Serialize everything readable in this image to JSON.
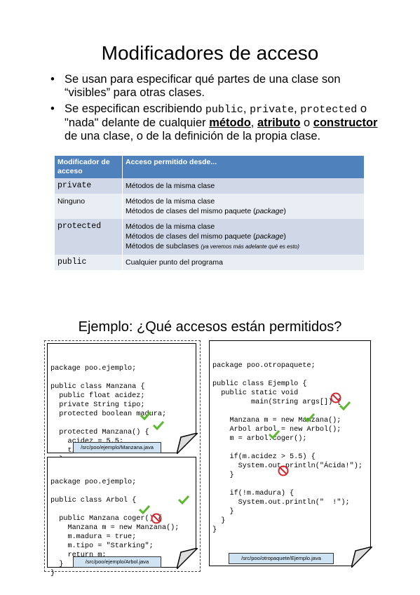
{
  "title": "Modificadores de acceso",
  "bullets": {
    "b1": "Se usan para especificar qué partes de una clase son “visibles” para otras clases.",
    "b2_a": "Se especifican escribiendo ",
    "b2_public": "public",
    "b2_comma1": ", ",
    "b2_private": "private",
    "b2_comma2": ",",
    "b2_protected": "protected",
    "b2_b": " o \"nada\" delante de cualquier ",
    "b2_metodo": "método",
    "b2_c": ",",
    "b2_atributo": "atributo",
    "b2_d": " o ",
    "b2_constructor": "constructor",
    "b2_e": " de una clase, o de la definición de la propia clase."
  },
  "table": {
    "header": [
      "Modificador de acceso",
      "Acceso permitido desde..."
    ],
    "rows": [
      {
        "modifier": "private",
        "access1": "Métodos de la misma clase"
      },
      {
        "modifier": "Ninguno",
        "access1": "Métodos de la misma clase",
        "access2a": "Métodos de clases del mismo paquete (",
        "access2b": "package",
        "access2c": ")"
      },
      {
        "modifier": "protected",
        "access1": "Métodos de la misma clase",
        "access2a": "Métodos de clases del mismo paquete (",
        "access2b": "package",
        "access2c": ")",
        "access3a": "Métodos de subclases ",
        "access3b": "(ya veremos más adelante qué es esto)"
      },
      {
        "modifier": "public",
        "access1": "Cualquier punto del programa"
      }
    ]
  },
  "example_title": "Ejemplo: ¿Qué accesos están permitidos?",
  "manzana": {
    "code": "package poo.ejemplo;\n\npublic class Manzana {\n  public float acidez;\n  private String tipo;\n  protected boolean madura;\n\n  protected Manzana() {\n    acidez = 5.5;\n    tipo = \"Royal Gala\";\n  }\n}",
    "path": "/src/poo/ejemplo/Manzana.java"
  },
  "arbol": {
    "code": "package poo.ejemplo;\n\npublic class Arbol {\n\n  public Manzana coger() {\n    Manzana m = new Manzana();\n    m.madura = true;\n    m.tipo = \"Starking\";\n    return m;\n  }\n}",
    "path": "/src/poo/ejemplo/Arbol.java"
  },
  "ejemplo": {
    "code": "package poo.otropaquete;\n\npublic class Ejemplo {\n  public static void\n         main(String args[]) {\n\n    Manzana m = new Manzana();\n    Arbol arbol = new Arbol();\n    m = arbol.coger();\n\n    if(m.acidez > 5.5) {\n      System.out.println(\"Ácida!\");\n    }\n\n    if(!m.madura) {\n      System.out.println(\"  !\");\n    }\n  }\n}",
    "path": "/src/poo/otropaquete/Ejemplo.java"
  },
  "colors": {
    "header": "#4f81bd",
    "row_odd": "#d0d8e8",
    "row_even": "#e9edf4",
    "ok": "#5cb82e",
    "no": "#d9262e",
    "path_bg": "#cfe3f3"
  }
}
